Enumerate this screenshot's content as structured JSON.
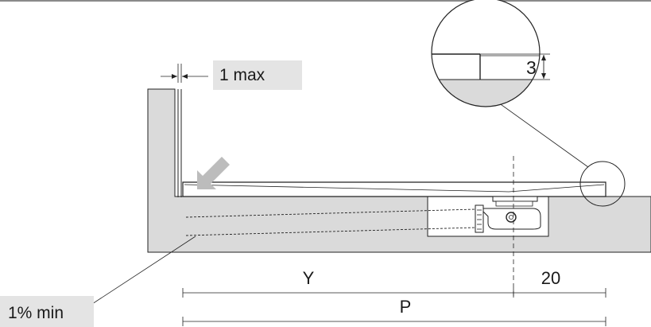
{
  "diagram": {
    "labels": {
      "gap_max": "1 max",
      "step_height": "3",
      "slope_min": "1% min",
      "dim_y": "Y",
      "dim_20": "20",
      "dim_p": "P"
    },
    "colors": {
      "concrete": "#dadada",
      "label_box": "#e4e4e4",
      "line": "#222222",
      "arrow": "#bcbcbc",
      "top_rule": "#8a8a8a"
    }
  }
}
